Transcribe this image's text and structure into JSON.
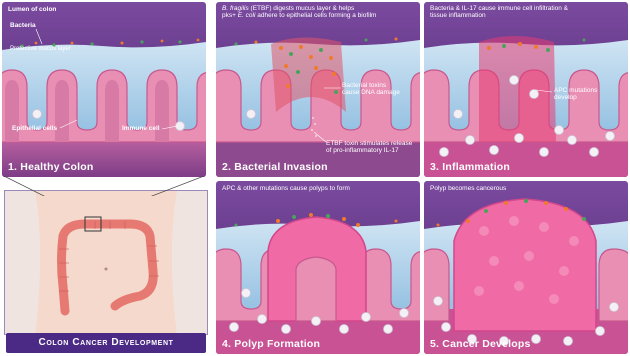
{
  "title": "Colon Cancer Development",
  "colors": {
    "panel_top": "#7a4a9e",
    "panel_bottom": "#4b2470",
    "mucus": "#a9cde8",
    "epithelium": "#e98fb4",
    "tissue": "#c66ba8",
    "polyp": "#f06aa5",
    "bacteria_orange": "#f07a2a",
    "bacteria_green": "#4aa35c",
    "banner": "#4b2a86"
  },
  "panels": [
    {
      "number": "1.",
      "name": "Healthy Colon",
      "labels": {
        "lumen": "Lumen of colon",
        "bacteria": "Bacteria",
        "mucus": "Protective mucus layer",
        "epithelial": "Epithelial cells",
        "immune": "Immune cell"
      }
    },
    {
      "number": "2.",
      "name": "Bacterial Invasion",
      "header_italic": "B. fragilis",
      "header_rest": " (ETBF) digests mucus layer & helps",
      "header_line2_pre": "pks+ ",
      "header_line2_italic": "E. coli",
      "header_line2_rest": " adhere to epithelial cells forming a biofilm",
      "annotation_1": "Bacterial toxins cause DNA damage",
      "annotation_2": "ETBF toxin stimulates release of pro-inflammatory IL-17"
    },
    {
      "number": "3.",
      "name": "Inflammation",
      "header": "Bacteria & IL-17 cause immune cell infiltration & tissue inflammation",
      "annotation": "APC mutations develop"
    },
    {
      "number": "4.",
      "name": "Polyp Formation",
      "header": "APC & other mutations cause polyps to form"
    },
    {
      "number": "5.",
      "name": "Cancer Develops",
      "header": "Polyp becomes cancerous"
    }
  ]
}
